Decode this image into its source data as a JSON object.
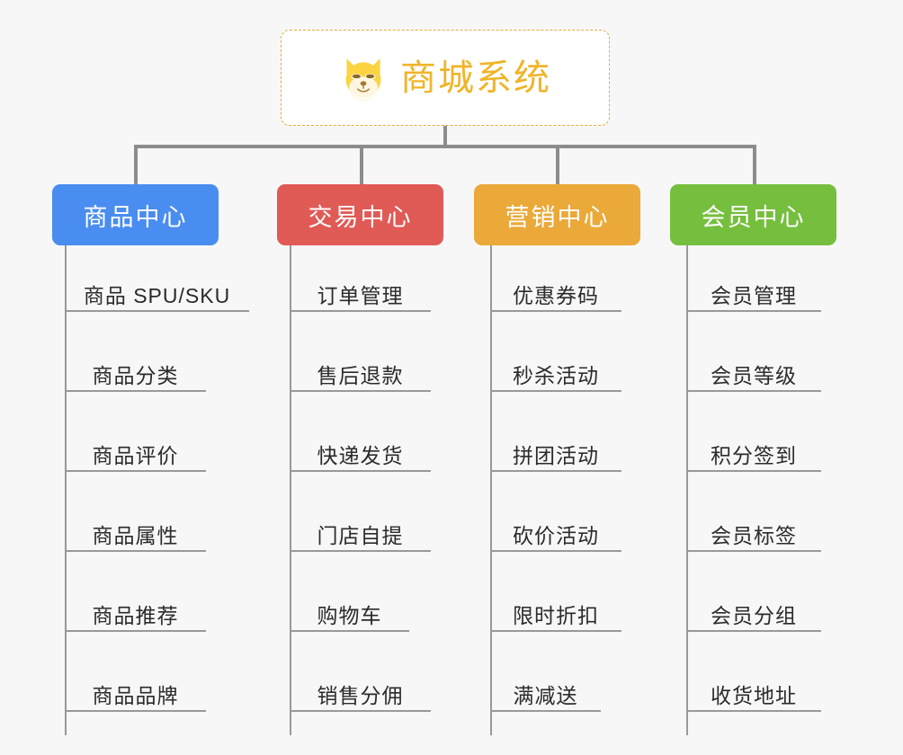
{
  "root": {
    "title": "商城系统",
    "icon": "shiba-dog-icon",
    "accent_color": "#f0b429",
    "border_color": "#eaa939",
    "background": "#ffffff"
  },
  "canvas": {
    "background": "#f7f7f7",
    "connector_color": "#8c8c8c",
    "leaf_line_color": "#999999",
    "leaf_text_color": "#2b2b2b"
  },
  "branches": [
    {
      "label": "商品中心",
      "color": "#4a8df0",
      "items": [
        "商品 SPU/SKU",
        "商品分类",
        "商品评价",
        "商品属性",
        "商品推荐",
        "商品品牌"
      ]
    },
    {
      "label": "交易中心",
      "color": "#e05a56",
      "items": [
        "订单管理",
        "售后退款",
        "快递发货",
        "门店自提",
        "购物车",
        "销售分佣"
      ]
    },
    {
      "label": "营销中心",
      "color": "#eaa939",
      "items": [
        "优惠券码",
        "秒杀活动",
        "拼团活动",
        "砍价活动",
        "限时折扣",
        "满减送"
      ]
    },
    {
      "label": "会员中心",
      "color": "#76bf3e",
      "items": [
        "会员管理",
        "会员等级",
        "积分签到",
        "会员标签",
        "会员分组",
        "收货地址"
      ]
    }
  ]
}
